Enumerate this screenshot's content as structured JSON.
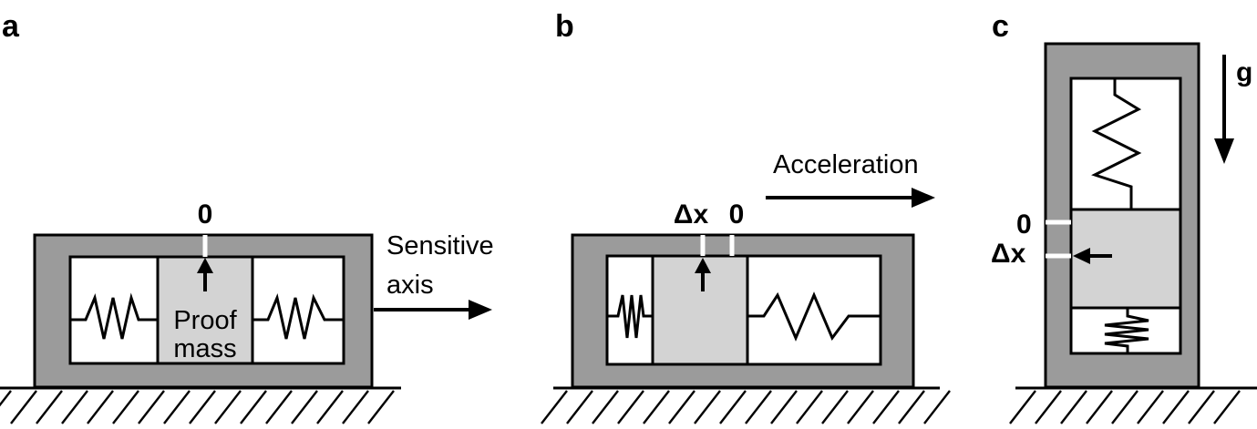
{
  "panels": {
    "a": {
      "label": "a",
      "zero_label": "0",
      "axis_label_line1": "Sensitive",
      "axis_label_line2": "axis",
      "mass_label_line1": "Proof",
      "mass_label_line2": "mass"
    },
    "b": {
      "label": "b",
      "delta_label": "Δx",
      "zero_label": "0",
      "acceleration_label": "Acceleration"
    },
    "c": {
      "label": "c",
      "gravity_label": "g",
      "zero_label": "0",
      "delta_label": "Δx"
    }
  },
  "colors": {
    "frame": "#9b9b9b",
    "proof_mass": "#d3d3d3",
    "cavity": "#ffffff",
    "marker": "#ffffff"
  }
}
